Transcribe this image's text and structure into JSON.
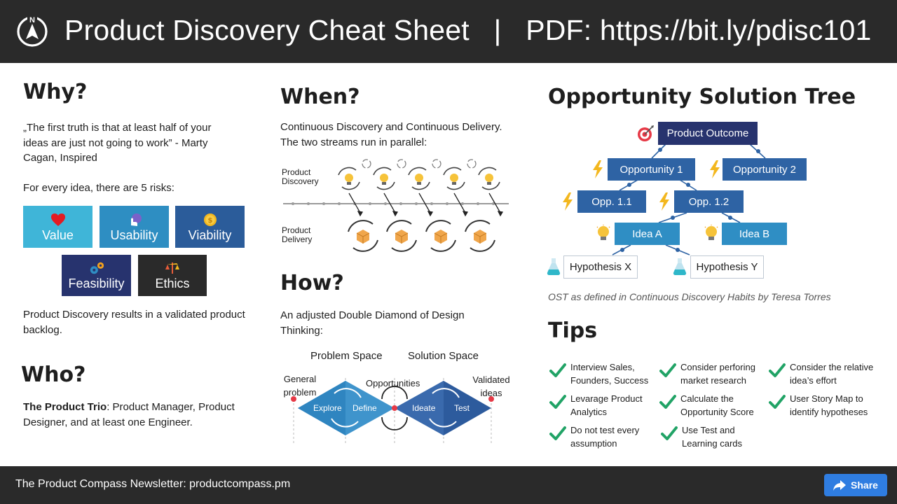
{
  "header": {
    "title": "Product Discovery Cheat Sheet   |   PDF: https://bit.ly/pdisc101",
    "logo_icon": "compass-icon",
    "logo_letter": "N"
  },
  "why": {
    "heading": "Why?",
    "quote": "„The first truth is that at least half of your ideas are just not going to work” - Marty Cagan, Inspired",
    "risks_intro": "For every idea, there are 5 risks:",
    "risks": [
      {
        "label": "Value",
        "icon": "heart-icon",
        "color": "#3fb5d8"
      },
      {
        "label": "Usability",
        "icon": "hand-click-icon",
        "color": "#2e8ec2"
      },
      {
        "label": "Viability",
        "icon": "coin-icon",
        "color": "#2b5c9a"
      },
      {
        "label": "Feasibility",
        "icon": "gears-icon",
        "color": "#27336e"
      },
      {
        "label": "Ethics",
        "icon": "scales-icon",
        "color": "#2a2a2a"
      }
    ],
    "conclusion": "Product Discovery results in a validated product backlog."
  },
  "who": {
    "heading": "Who?",
    "trio_bold": "The Product Trio",
    "trio_rest": ": Product Manager, Product Designer, and at least one Engineer."
  },
  "when": {
    "heading": "When?",
    "text": "Continuous Discovery and Continuous Delivery. The two streams run in parallel:",
    "discovery_label": "Product Discovery",
    "delivery_label": "Product Delivery"
  },
  "how": {
    "heading": "How?",
    "text": "An adjusted Double Diamond of Design Thinking:",
    "problem_space": "Problem Space",
    "solution_space": "Solution Space",
    "general_problem": "General problem",
    "opportunities": "Opportunities",
    "validated_ideas": "Validated ideas",
    "explore": "Explore",
    "define": "Define",
    "ideate": "Ideate",
    "test": "Test"
  },
  "ost": {
    "heading": "Opportunity Solution Tree",
    "product_outcome": "Product Outcome",
    "opportunity_1": "Opportunity 1",
    "opportunity_2": "Opportunity 2",
    "opp_1_1": "Opp. 1.1",
    "opp_1_2": "Opp. 1.2",
    "idea_a": "Idea A",
    "idea_b": "Idea B",
    "hypothesis_x": "Hypothesis X",
    "hypothesis_y": "Hypothesis Y",
    "caption": "OST as defined in Continuous Discovery Habits by Teresa Torres"
  },
  "tips": {
    "heading": "Tips",
    "items": [
      "Interview Sales, Founders, Success",
      "Consider perforing market research",
      "Consider the relative idea’s effort",
      "Levarage Product Analytics",
      "Calculate the Opportunity Score",
      "User Story Map to identify hypotheses",
      "Do not test every assumption",
      "Use Test and Learning cards"
    ]
  },
  "footer": {
    "text": "The Product Compass Newsletter: productcompass.pm",
    "share_label": "Share"
  }
}
